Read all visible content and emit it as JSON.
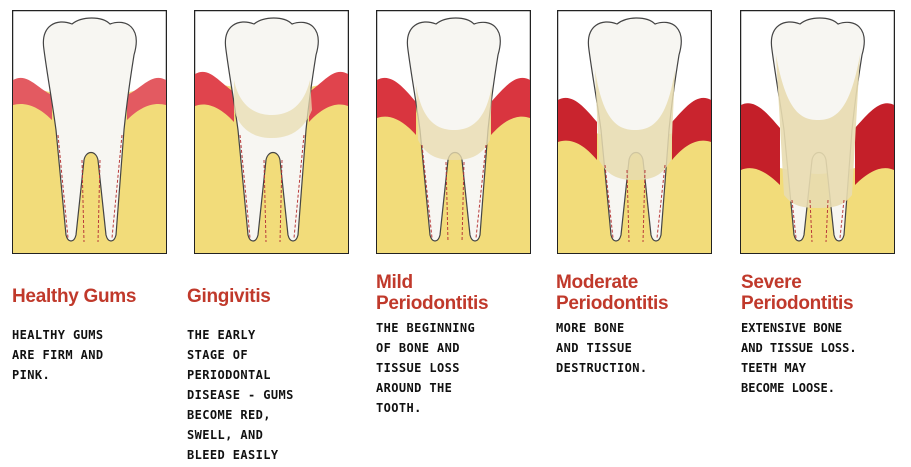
{
  "stages": [
    {
      "title": "Healthy Gums",
      "desc": "HEALTHY GUMS\nARE FIRM AND\nPINK."
    },
    {
      "title": "Gingivitis",
      "desc": "THE EARLY\nSTAGE OF\nPERIODONTAL\nDISEASE - GUMS\nBECOME RED,\nSWELL, AND\nBLEED EASILY"
    },
    {
      "title": "Mild\nPeriodontitis",
      "desc": "THE BEGINNING\nOF BONE AND\nTISSUE LOSS\nAROUND THE\nTOOTH."
    },
    {
      "title": "Moderate\nPeriodontitis",
      "desc": "MORE BONE\nAND TISSUE\nDESTRUCTION."
    },
    {
      "title": "Severe\nPeriodontitis",
      "desc": "EXTENSIVE BONE\nAND TISSUE LOSS.\nTEETH MAY\nBECOME LOOSE."
    }
  ],
  "colors": {
    "title": "#c0392b",
    "gum": "#d9353f",
    "bone": "#f2dc7a",
    "tooth": "#f7f6f2",
    "plaque": "#e8dcb0"
  }
}
